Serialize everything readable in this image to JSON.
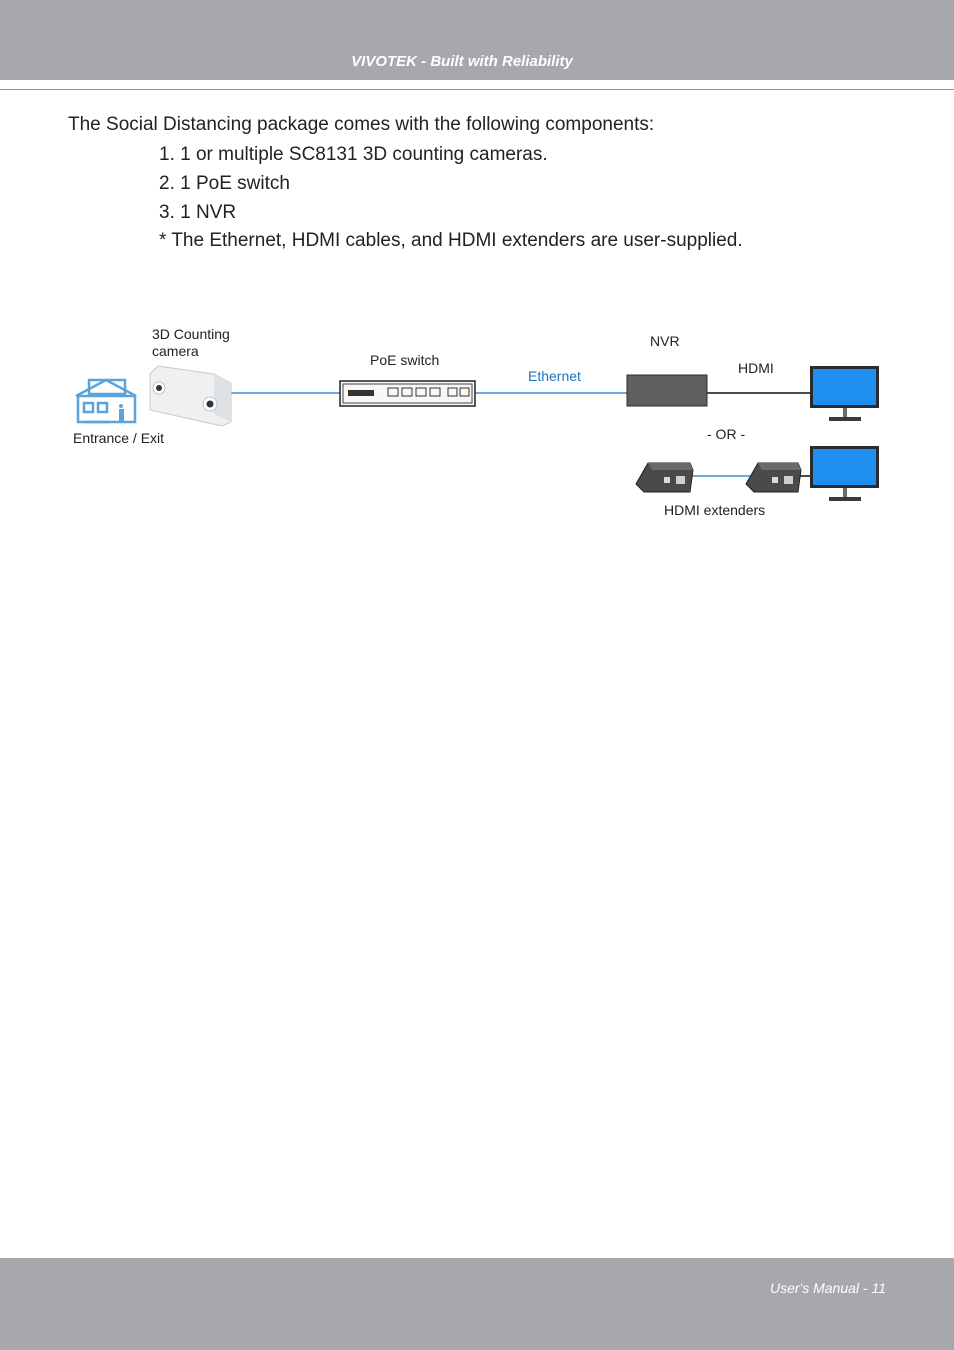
{
  "header": {
    "title": "VIVOTEK - Built with Reliability"
  },
  "content": {
    "intro": "The Social Distancing package comes with the following components:",
    "items": [
      "1. 1 or multiple SC8131 3D counting cameras.",
      "2. 1 PoE switch",
      "3. 1 NVR"
    ],
    "note": "* The Ethernet, HDMI cables, and HDMI extenders are user-supplied."
  },
  "diagram": {
    "labels": {
      "camera_line1": "3D Counting",
      "camera_line2": "camera",
      "entrance": "Entrance / Exit",
      "poe_switch": "PoE switch",
      "ethernet": "Ethernet",
      "nvr": "NVR",
      "hdmi": "HDMI",
      "or": "- OR -",
      "extenders": "HDMI extenders"
    },
    "colors": {
      "ethernet_line": "#3b8ed6",
      "building_icon": "#5aa3dc",
      "monitor_screen": "#1e8ff0"
    }
  },
  "footer": {
    "text": "User's Manual - 11"
  }
}
